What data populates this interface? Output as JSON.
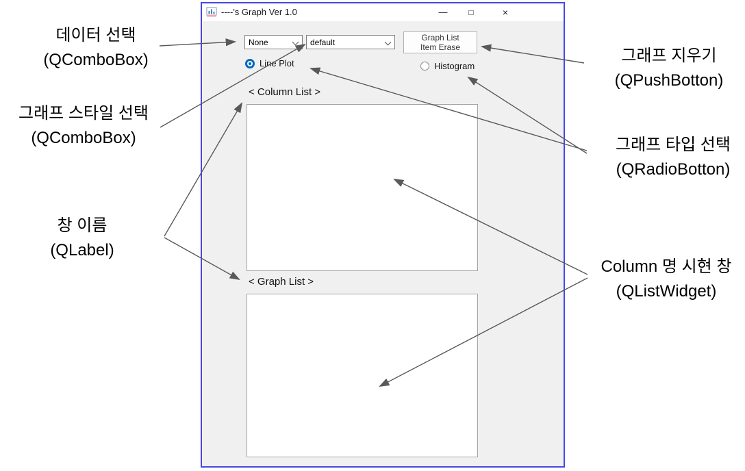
{
  "window": {
    "title": "----'s Graph Ver 1.0",
    "titlebar": {
      "app_icon": "graph-monitor-icon",
      "minimize_glyph": "—",
      "maximize_glyph": "□",
      "close_glyph": "×"
    },
    "toolbar": {
      "data_combo_value": "None",
      "style_combo_value": "default",
      "combo_icon": "chevron-down-icon",
      "erase_button_line1": "Graph List",
      "erase_button_line2": "Item Erase"
    },
    "radio_line_plot": {
      "label": "Line Plot",
      "selected": true
    },
    "radio_histogram": {
      "label": "Histogram",
      "selected": false
    },
    "column_list": {
      "label": "< Column List >",
      "items": []
    },
    "graph_list": {
      "label": "< Graph List >",
      "items": []
    }
  },
  "annotations": {
    "data_select": {
      "line1": "데이터 선택",
      "line2": "(QComboBox)",
      "points_to": "data-combobox"
    },
    "graph_style_select": {
      "line1": "그래프 스타일 선택",
      "line2": "(QComboBox)",
      "points_to": "style-combobox"
    },
    "window_name": {
      "line1": "창 이름",
      "line2": "(QLabel)",
      "points_to": "column-list-label, graph-list-label"
    },
    "graph_erase": {
      "line1": "그래프 지우기",
      "line2": "(QPushBotton)",
      "points_to": "graph-list-item-erase-button"
    },
    "graph_type_select": {
      "line1": "그래프 타입 선택",
      "line2": "(QRadioBotton)",
      "points_to": "line-plot-radio, histogram-radio"
    },
    "column_display": {
      "line1": "Column 명 시현 창",
      "line2": "(QListWidget)",
      "points_to": "column-list-widget, graph-list-widget"
    }
  },
  "colors": {
    "window_border": "#4646e8",
    "window_bg": "#f0f0f0",
    "titlebar_bg": "#ffffff",
    "radio_selected": "#0067c0",
    "list_border": "#a0a4a8",
    "arrow": "#595959"
  }
}
